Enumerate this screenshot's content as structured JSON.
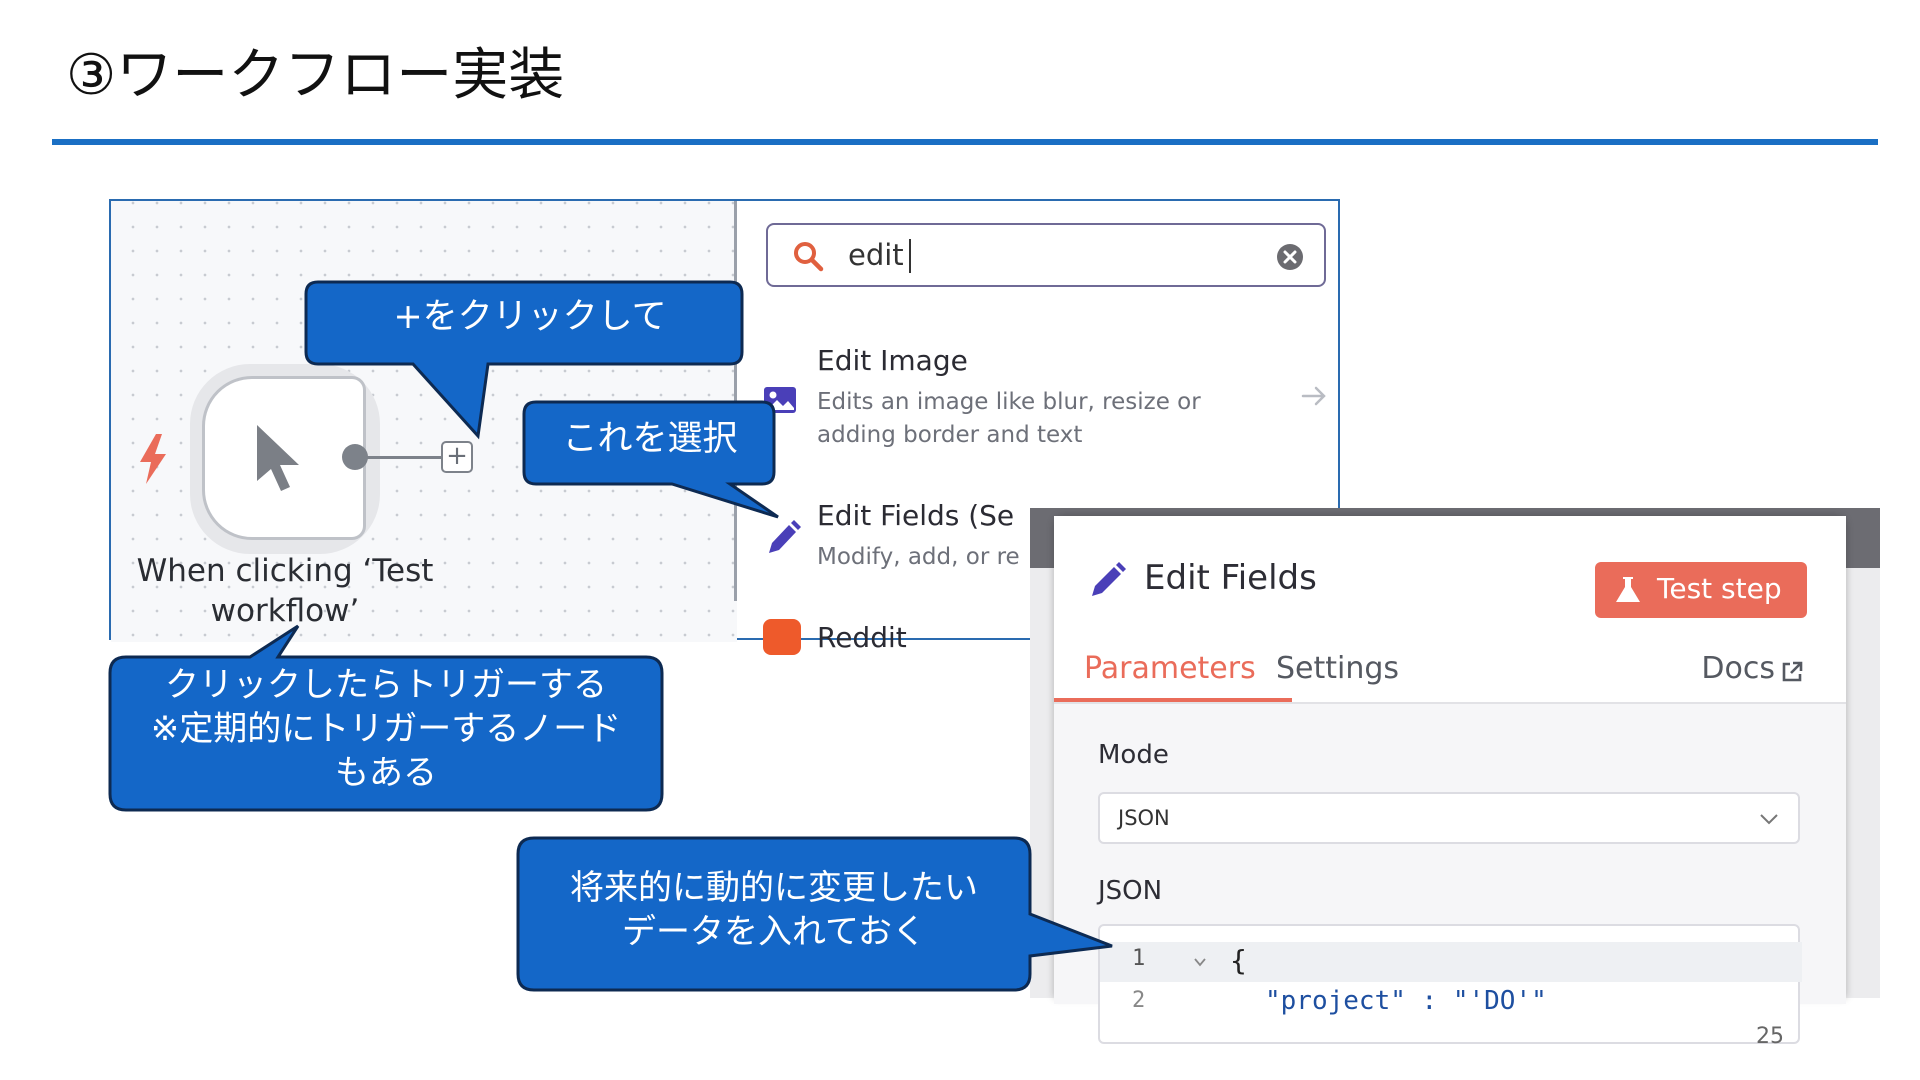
{
  "slide": {
    "title": "③ワークフロー実装",
    "page_number": "25"
  },
  "workflow_canvas": {
    "node_label_line1": "When clicking ‘Test",
    "node_label_line2": "workflow’",
    "add_button_glyph": "+",
    "icons": [
      "bolt-icon",
      "cursor-icon"
    ]
  },
  "node_search": {
    "query": "edit",
    "results": [
      {
        "title": "Edit Image",
        "description": "Edits an image like blur, resize or adding border and text",
        "icon": "image-icon"
      },
      {
        "title": "Edit Fields (Se",
        "description": "Modify, add, or re",
        "icon": "pencil-icon"
      },
      {
        "title": "Reddit",
        "description": "",
        "icon": "reddit-icon"
      }
    ]
  },
  "edit_fields_panel": {
    "title": "Edit Fields",
    "test_step_label": "Test step",
    "tabs": [
      "Parameters",
      "Settings",
      "Docs"
    ],
    "mode_label": "Mode",
    "mode_value": "JSON",
    "json_label": "JSON",
    "code_lines": [
      {
        "no": "1",
        "text": "{"
      },
      {
        "no": "2",
        "text": "\"project\" : \"'DO'\""
      }
    ]
  },
  "callouts": {
    "click_plus": "+をクリックして",
    "select_this": "これを選択",
    "trigger_line1": "クリックしたらトリガーする",
    "trigger_line2": "※定期的にトリガーするノード",
    "trigger_line3": "もある",
    "data_line1": "将来的に動的に変更したい",
    "data_line2": "データを入れておく"
  },
  "colors": {
    "accent_blue": "#1a6fc4",
    "callout_fill": "#1467c8",
    "callout_border": "#0d2a52",
    "n8n_coral": "#ea6c5a",
    "icon_purple": "#4a3fb8"
  }
}
